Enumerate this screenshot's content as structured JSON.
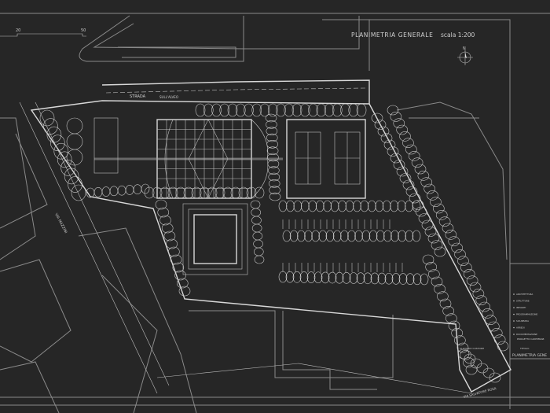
{
  "drawing": {
    "title": "PLANIMETRIA GENERALE",
    "scale": "scala 1:200",
    "north_label": "N",
    "scale_bar_ticks": [
      "20",
      "50"
    ],
    "streets": {
      "top_a": "STRADA",
      "top_b": "SULL'ALVEO",
      "left": "VIA MAZZINI",
      "bottom": "VIA SALVATORE ROSA"
    },
    "labels": {
      "custodian": "ALLOGGIO CUSTODE"
    },
    "title_block": {
      "items": [
        "ARCHITETTURA",
        "STRUTTURE",
        "IMPIANTI",
        "PROGRAMMAZIONE",
        "SICUREZZA",
        "ARREDI",
        "DOCUMENTAZIONE"
      ],
      "project": "PROGETTO CANTIERAB",
      "title_label": "TITOLO:",
      "title_value": "PLANIMETRIA GENE"
    }
  },
  "colors": {
    "background": "#262626",
    "lines": "#d8d8d8",
    "context": "#8a8a8a"
  }
}
